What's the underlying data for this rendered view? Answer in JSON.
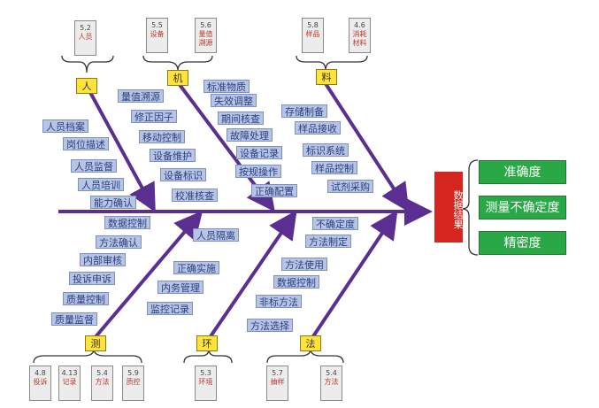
{
  "head": {
    "result": "数据结果",
    "outcomes": [
      "准确度",
      "测量不确定度",
      "精密度"
    ]
  },
  "categories": {
    "ren": "人",
    "ji": "机",
    "liao": "料",
    "ce": "测",
    "huan": "环",
    "fa": "法"
  },
  "causes": {
    "ren": [
      "人员档案",
      "岗位描述",
      "人员监督",
      "人员培训",
      "能力确认"
    ],
    "ji_left": [
      "量值溯源",
      "修正因子",
      "移动控制",
      "设备维护",
      "设备标识",
      "校准核查"
    ],
    "ji_right": [
      "标准物质",
      "失效调整",
      "期间核查",
      "故障处理",
      "设备记录",
      "按规操作",
      "正确配置"
    ],
    "liao": [
      "存储制备",
      "样品接收",
      "标识系统",
      "样品控制",
      "试剂采购"
    ],
    "ce": [
      "数据控制",
      "方法确认",
      "内部审核",
      "投诉申诉",
      "质量控制",
      "质量监督"
    ],
    "huan": [
      "人员隔离",
      "正确实施",
      "内务管理",
      "监控记录"
    ],
    "fa": [
      "不确定度",
      "方法制定",
      "方法使用",
      "数据控制",
      "非标方法",
      "方法选择"
    ]
  },
  "refs": {
    "top": [
      {
        "num": "5.2",
        "name": "人员"
      },
      {
        "num": "5.5",
        "name": "设备"
      },
      {
        "num": "5.6",
        "name": "量值溯源"
      },
      {
        "num": "5.8",
        "name": "样品"
      },
      {
        "num": "4.6",
        "name": "消耗材料"
      }
    ],
    "bottom": [
      {
        "num": "4.8",
        "name": "投诉"
      },
      {
        "num": "4.13",
        "name": "记录"
      },
      {
        "num": "5.4",
        "name": "方法"
      },
      {
        "num": "5.9",
        "name": "质控"
      },
      {
        "num": "5.3",
        "name": "环境"
      },
      {
        "num": "5.7",
        "name": "抽样"
      },
      {
        "num": "5.4",
        "name": "方法"
      }
    ]
  },
  "colors": {
    "spine": "#5a2f91",
    "cause_box": "#b7c4e4",
    "category_box": "#ffe23a",
    "result_box": "#d4261e",
    "outcome_box": "#29a845"
  }
}
